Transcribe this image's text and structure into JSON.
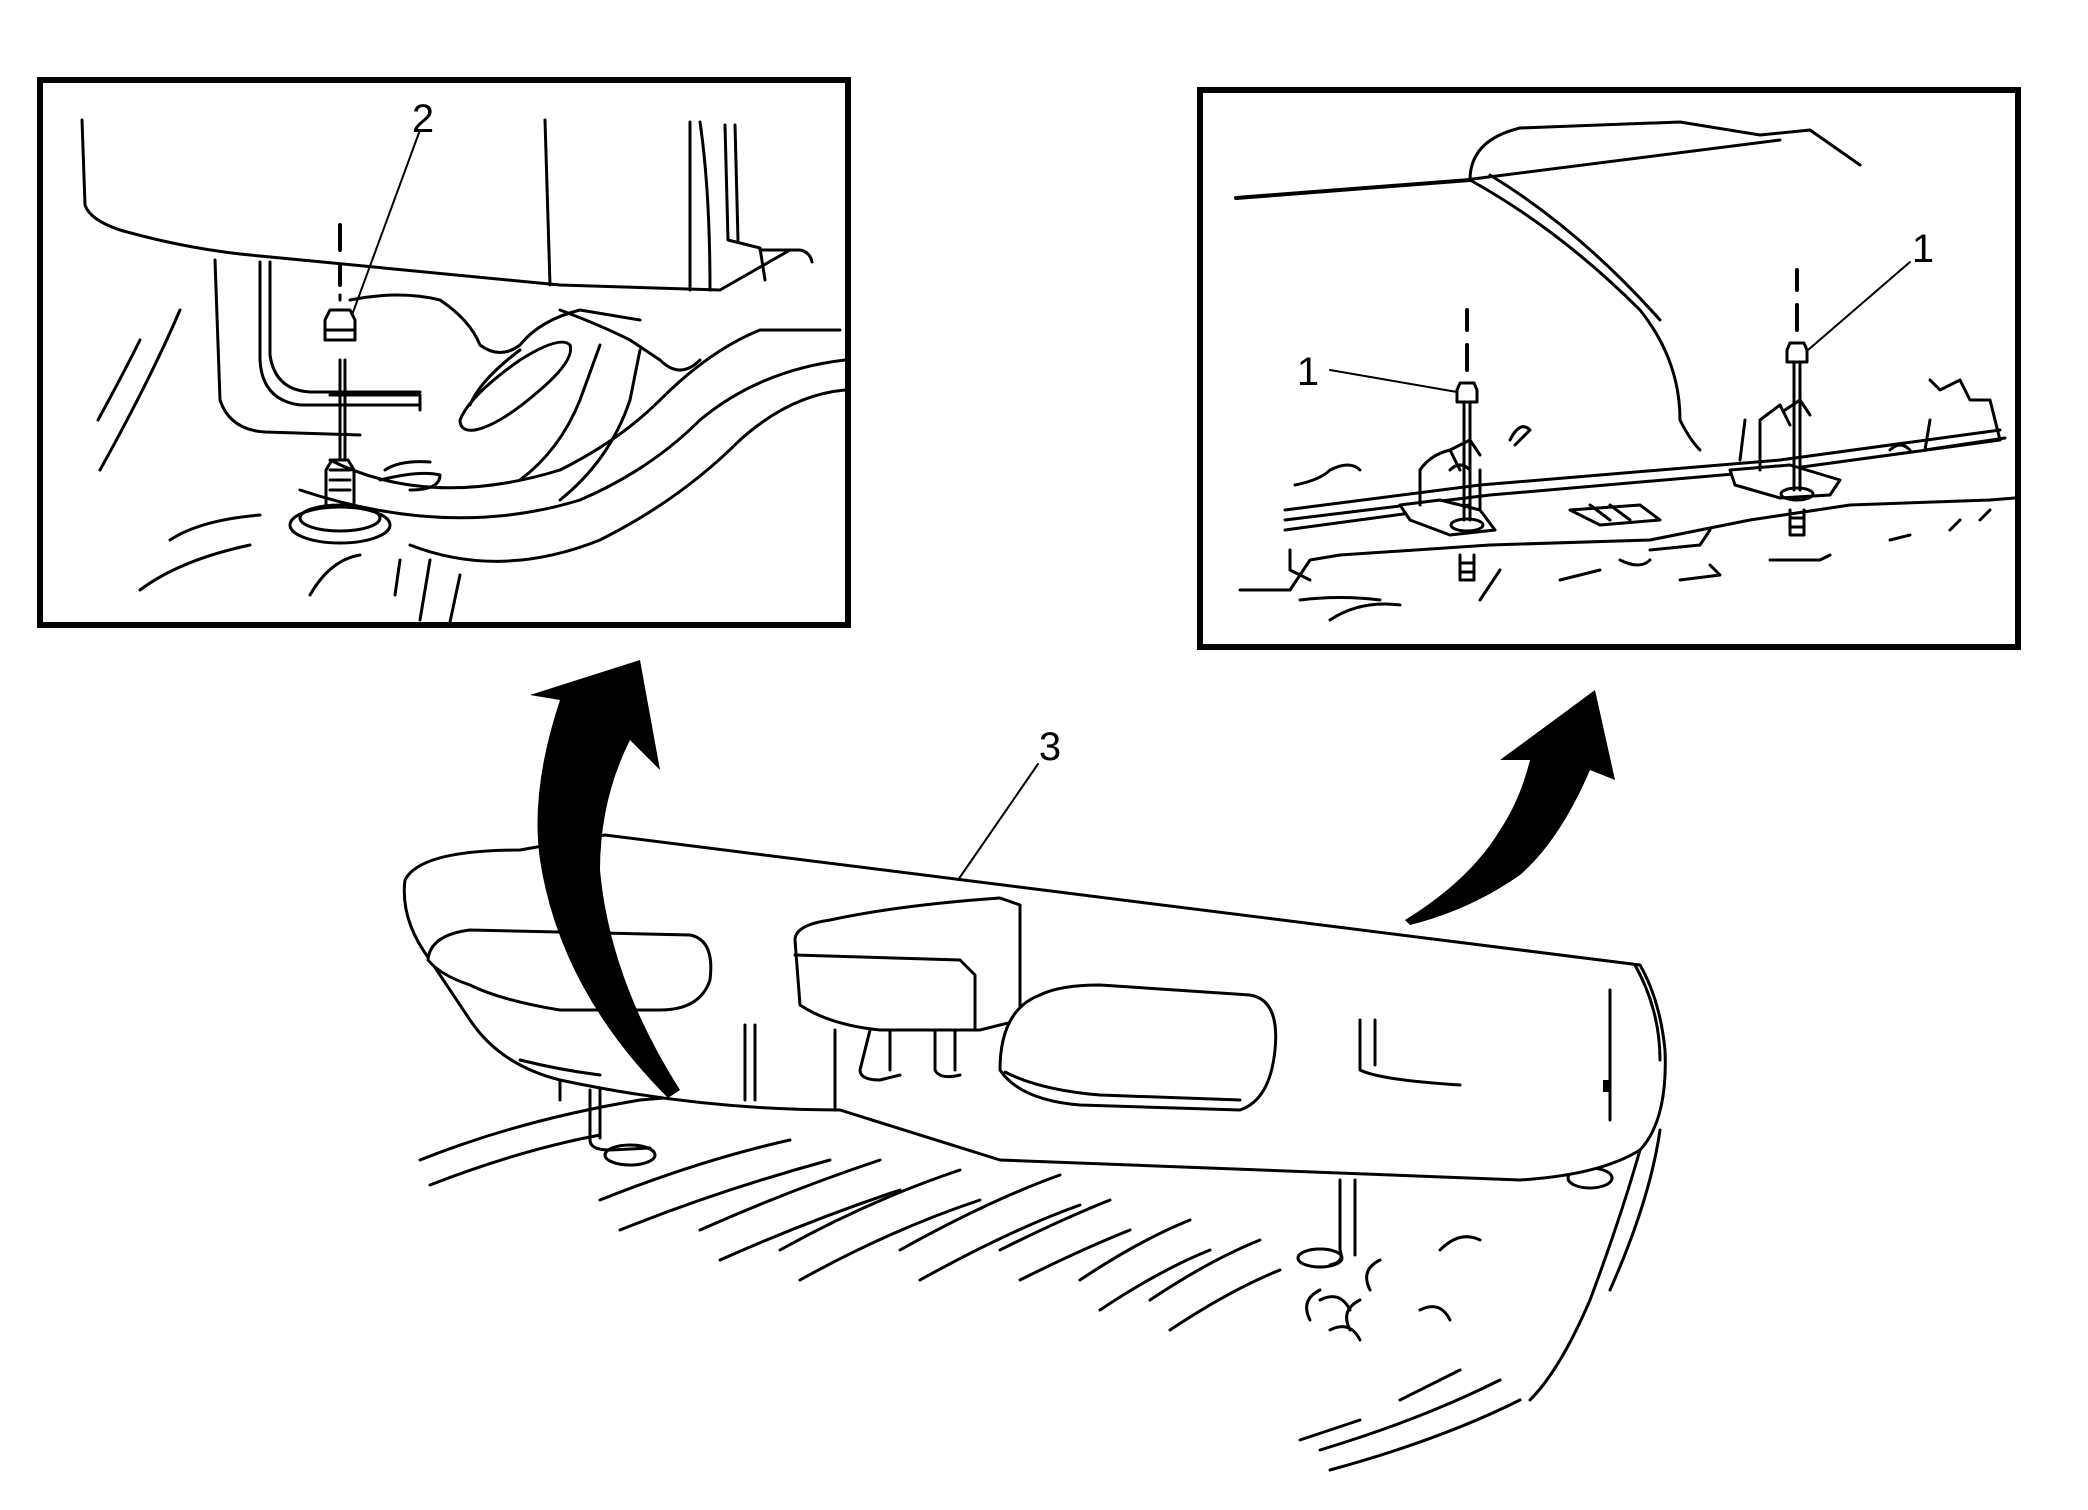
{
  "figure": {
    "callouts": [
      {
        "id": "callout-1-left",
        "label": "1"
      },
      {
        "id": "callout-1-right",
        "label": "1"
      },
      {
        "id": "callout-2",
        "label": "2"
      },
      {
        "id": "callout-3",
        "label": "3"
      }
    ]
  }
}
